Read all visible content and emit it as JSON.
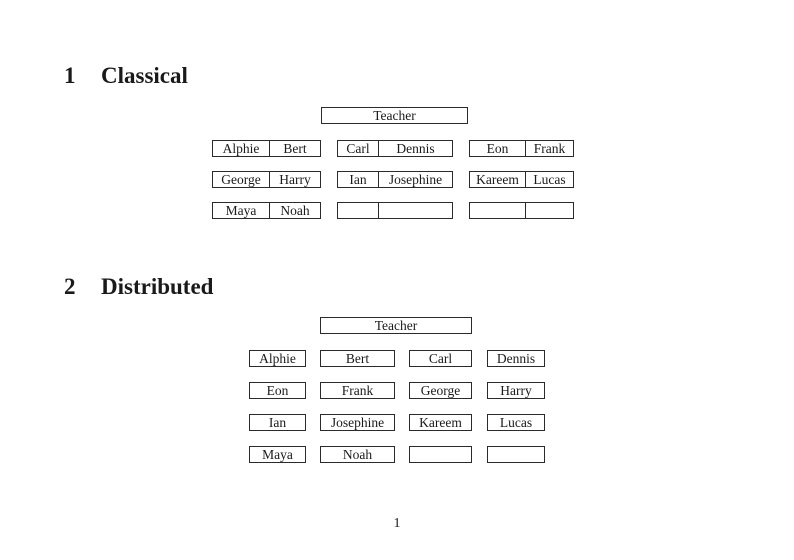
{
  "page": {
    "footer_page_number": "1"
  },
  "sections": [
    {
      "number": "1",
      "title": "Classical",
      "teacher_label": "Teacher",
      "desks": [
        {
          "seats": [
            "Alphie",
            "Bert"
          ]
        },
        {
          "seats": [
            "Carl",
            "Dennis"
          ]
        },
        {
          "seats": [
            "Eon",
            "Frank"
          ]
        },
        {
          "seats": [
            "George",
            "Harry"
          ]
        },
        {
          "seats": [
            "Ian",
            "Josephine"
          ]
        },
        {
          "seats": [
            "Kareem",
            "Lucas"
          ]
        },
        {
          "seats": [
            "Maya",
            "Noah"
          ]
        },
        {
          "seats": [
            "",
            ""
          ]
        },
        {
          "seats": [
            "",
            ""
          ]
        }
      ]
    },
    {
      "number": "2",
      "title": "Distributed",
      "teacher_label": "Teacher",
      "desks": [
        {
          "seats": [
            "Alphie"
          ]
        },
        {
          "seats": [
            "Bert"
          ]
        },
        {
          "seats": [
            "Carl"
          ]
        },
        {
          "seats": [
            "Dennis"
          ]
        },
        {
          "seats": [
            "Eon"
          ]
        },
        {
          "seats": [
            "Frank"
          ]
        },
        {
          "seats": [
            "George"
          ]
        },
        {
          "seats": [
            "Harry"
          ]
        },
        {
          "seats": [
            "Ian"
          ]
        },
        {
          "seats": [
            "Josephine"
          ]
        },
        {
          "seats": [
            "Kareem"
          ]
        },
        {
          "seats": [
            "Lucas"
          ]
        },
        {
          "seats": [
            "Maya"
          ]
        },
        {
          "seats": [
            "Noah"
          ]
        },
        {
          "seats": [
            ""
          ]
        },
        {
          "seats": [
            ""
          ]
        }
      ]
    }
  ]
}
